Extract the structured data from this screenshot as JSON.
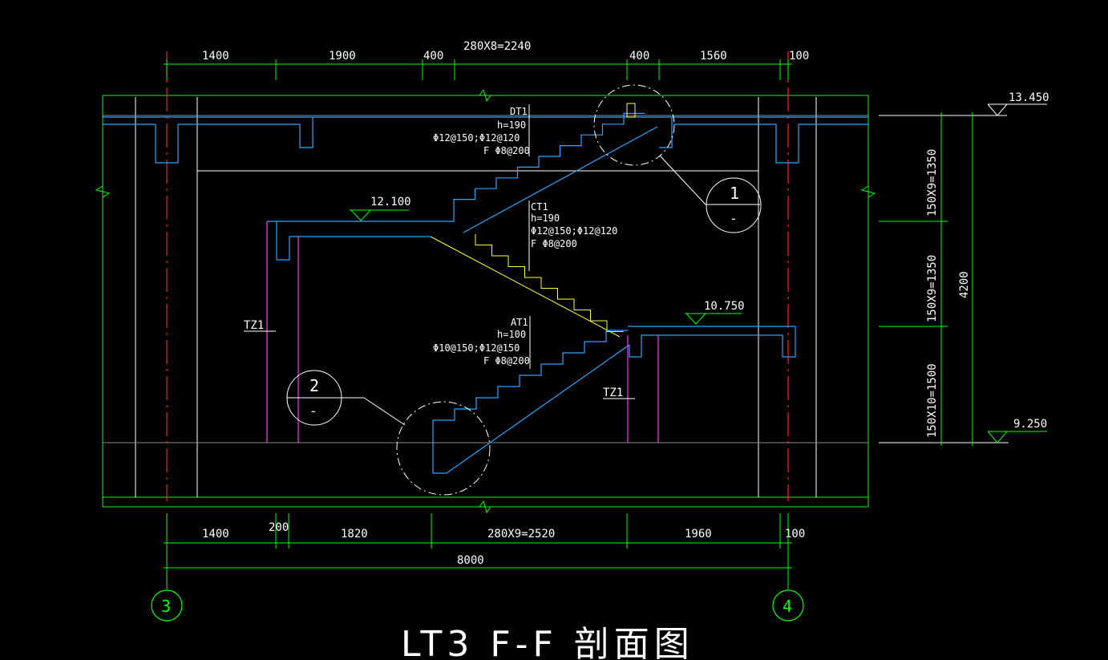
{
  "title": "LT3 F-F 剖面图",
  "axes": {
    "left": "3",
    "right": "4"
  },
  "dims_top": [
    "1400",
    "1900",
    "400",
    "280X8=2240",
    "400",
    "1560",
    "100"
  ],
  "dims_bottom": [
    "1400",
    "200",
    "1820",
    "280X9=2520",
    "1960",
    "100"
  ],
  "dim_total": "8000",
  "dims_right": [
    "150X9=1350",
    "150X9=1350",
    "150X10=1500"
  ],
  "dim_right_total": "4200",
  "elevations": [
    "13.450",
    "12.100",
    "10.750",
    "9.250"
  ],
  "flights": [
    {
      "name": "DT1",
      "h": "h=190",
      "rebar": "Φ12@150;Φ12@120",
      "dist": "F Φ8@200"
    },
    {
      "name": "CT1",
      "h": "h=190",
      "rebar": "Φ12@150;Φ12@120",
      "dist": "F Φ8@200"
    },
    {
      "name": "AT1",
      "h": "h=100",
      "rebar": "Φ10@150;Φ12@150",
      "dist": "F Φ8@200"
    }
  ],
  "columns": [
    "TZ1",
    "TZ1"
  ],
  "details": [
    {
      "num": "1",
      "sub": "-"
    },
    {
      "num": "2",
      "sub": "-"
    }
  ]
}
